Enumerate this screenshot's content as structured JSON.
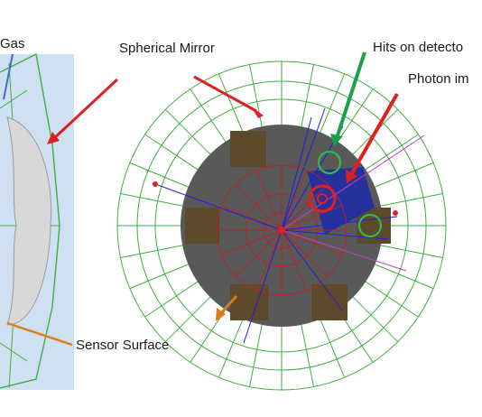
{
  "labels": {
    "gas": "Gas",
    "spherical_mirror": "Spherical Mirror",
    "hits_on_detector": "Hits on detecto",
    "photon": "Photon im",
    "sensor_surface": "Sensor Surface"
  },
  "colors": {
    "frame_green": "#3fae3f",
    "arrow_red": "#e02020",
    "arrow_green": "#1aa04a",
    "arrow_orange": "#e07b1a",
    "panel_blue": "#cfe0f2",
    "sensor_dark": "#595959",
    "sensor_brown": "#5c4a2a",
    "track_blue": "#2020e0",
    "ring_red": "#c02020"
  }
}
